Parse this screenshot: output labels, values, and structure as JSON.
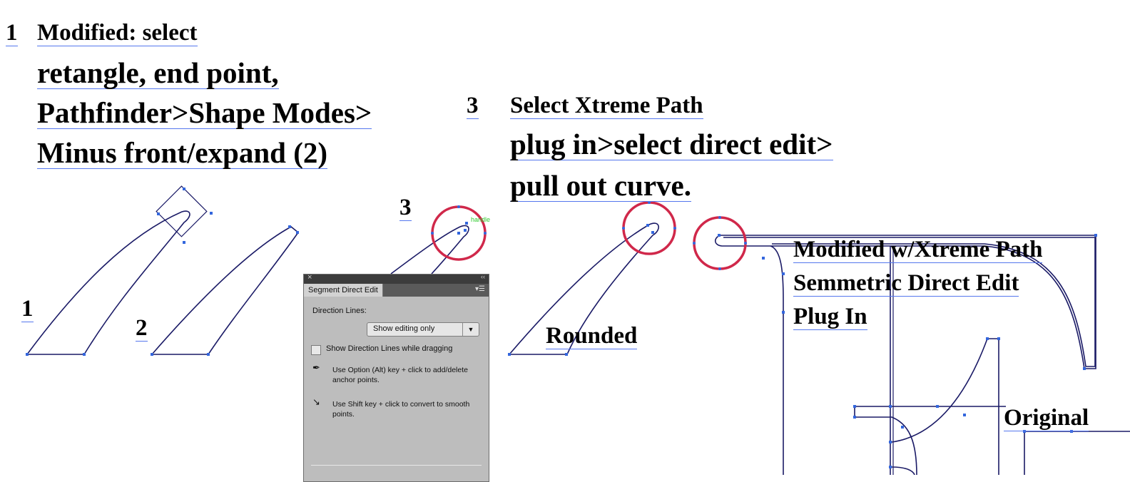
{
  "step1": {
    "number": "1",
    "line1": "Modified: select",
    "line2": "retangle, end point,",
    "line3": "Pathfinder>Shape Modes>",
    "line4": "Minus front/expand (2)"
  },
  "step3": {
    "number": "3",
    "line1": "Select Xtreme Path",
    "line2": "plug in>select direct edit>",
    "line3": "pull out curve."
  },
  "figure_labels": {
    "shape1": "1",
    "shape2": "2",
    "shape3": "3",
    "handle": "handle",
    "rounded": "Rounded",
    "original": "Original"
  },
  "modified_note": {
    "line1": "Modified w/Xtreme Path",
    "line2": "Semmetric Direct Edit",
    "line3": "Plug In"
  },
  "panel": {
    "close": "×",
    "collapse": "‹‹",
    "tab": "Segment Direct Edit",
    "menu": "▾☰",
    "direction_lines_label": "Direction Lines:",
    "direction_lines_value": "Show editing only",
    "show_while_dragging": "Show Direction Lines while dragging",
    "tip1": "Use Option (Alt) key + click to add/delete anchor points.",
    "tip2": "Use Shift key + click to convert to smooth points."
  },
  "colors": {
    "path_stroke": "#1a1a66",
    "anchor_blue": "#3366dd",
    "highlight_circle": "#d0284a",
    "handle_green": "#33cc33",
    "panel_bg": "#bdbdbd"
  }
}
